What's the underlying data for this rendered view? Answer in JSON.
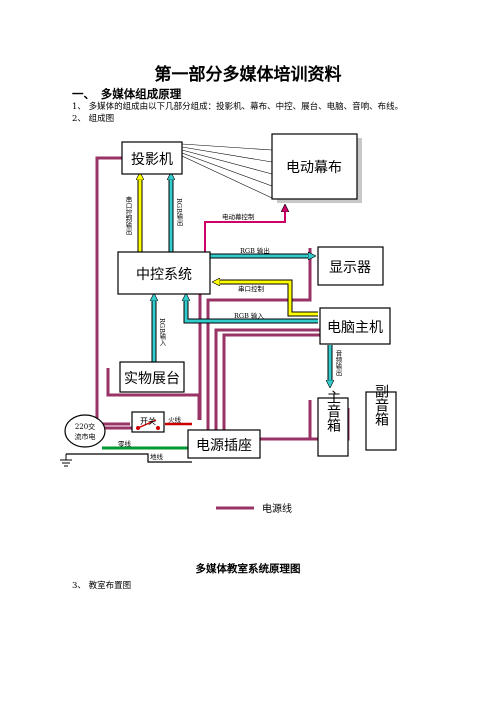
{
  "document": {
    "title": "第一部分多媒体培训资料",
    "section1_heading": "一、　多媒体组成原理",
    "item1": "1、 多媒体的组成由以下几部分组成：投影机、幕布、中控、展台、电脑、音响、布线。",
    "item2": "2、 组成图",
    "diagram_caption": "多媒体教室系统原理图",
    "item3": "3、 教室布置图"
  },
  "diagram": {
    "projector": "投影机",
    "screen": "电动幕布",
    "controller": "中控系统",
    "display": "显示器",
    "pc": "电脑主机",
    "visualizer": "实物展台",
    "power_socket": "电源插座",
    "main_speaker": "主音箱",
    "sub_speaker": "副音箱",
    "ac_power_line1": "220交",
    "ac_power_line2": "流市电",
    "switch": "开关",
    "live_wire": "火线",
    "neutral_wire": "零线",
    "ground_wire": "地线",
    "screen_control": "电动幕控制",
    "serial_out": "串口控制输出",
    "rgb_out_vertical": "RGB输出",
    "rgb_out": "RGB 输出",
    "serial_control": "串口控制",
    "rgb_in": "RGB 输入",
    "rgb_in_vertical": "RGB输入",
    "audio_out": "音频输出",
    "legend_label": "电源线"
  },
  "colors": {
    "power": "#993366",
    "video": "#33cccc",
    "serial": "#ffff00",
    "control": "#cc0066",
    "neutral": "#009933",
    "live": "#cc0000"
  }
}
